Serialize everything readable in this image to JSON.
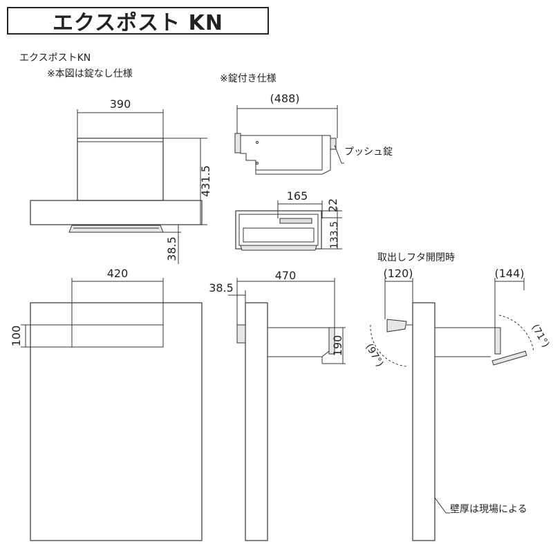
{
  "title": "エクスポスト KN",
  "labels": {
    "model_name": "エクスポストKN",
    "note_no_lock": "※本図は錠なし仕様",
    "note_with_lock": "※錠付き仕様",
    "push_lock": "プッシュ錠",
    "open_close": "取出しフタ開閉時",
    "wall_thickness": "壁厚は現場による"
  },
  "dimensions": {
    "top_width": "390",
    "top_height": "431.5",
    "top_bottom": "38.5",
    "lock_depth": "(488)",
    "slot_width": "165",
    "slot_top": "22",
    "slot_height": "133.5",
    "front_width": "420",
    "front_offset": "100",
    "side_offset": "38.5",
    "side_depth": "470",
    "side_height": "190",
    "open_left": "(120)",
    "open_right": "(144)",
    "angle_left": "(97°)",
    "angle_right": "(71°)"
  }
}
